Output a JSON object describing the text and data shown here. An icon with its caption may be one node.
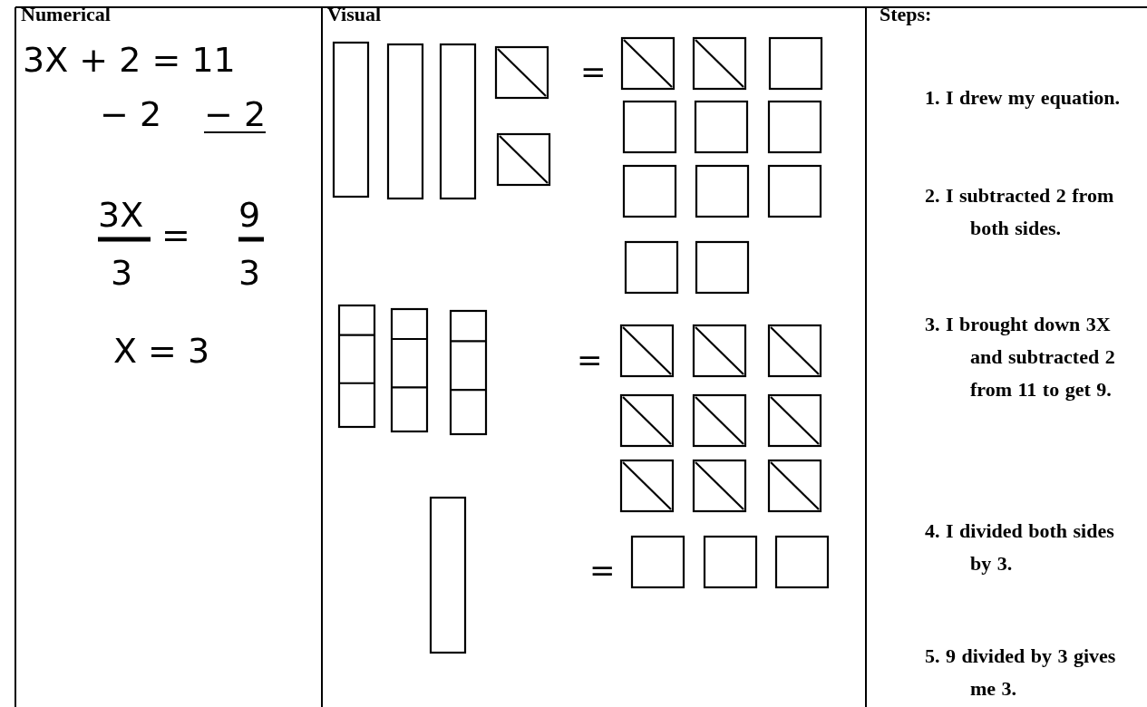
{
  "diagram": {
    "labels": [
      "Numerical",
      "3X + 2 = 11",
      "− 2",
      "− 2",
      "3X",
      "3",
      "=",
      "9",
      "3",
      "X = 3",
      "Visual",
      "=",
      "=",
      "=",
      "Steps:",
      "1. I drew my equation.",
      "2. I subtracted 2 from both sides.",
      "3. I brought down 3X and subtracted 2 from 11 to get 9.",
      "4. I divided both sides by 3.",
      "5. 9 divided by 3 gives me 3."
    ]
  }
}
